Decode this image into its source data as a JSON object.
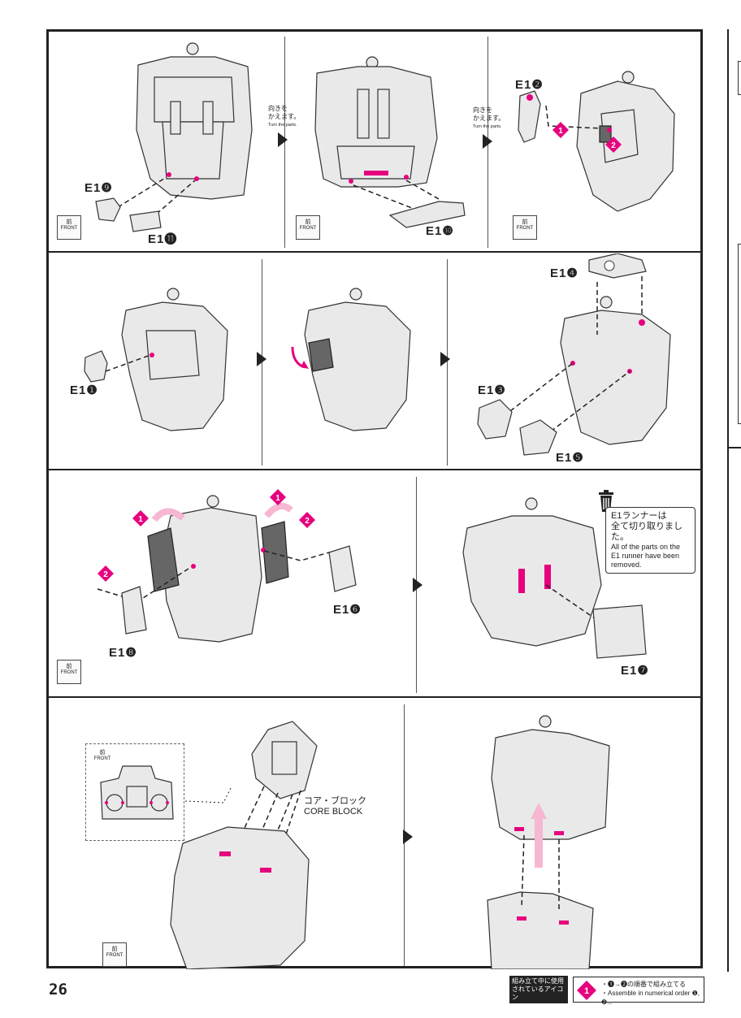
{
  "page_number": "26",
  "turn_parts": {
    "jp1": "向きを",
    "jp2": "かえます。",
    "en": "Turn the parts."
  },
  "front": {
    "jp": "前",
    "en": "FRONT"
  },
  "part_labels": {
    "e1_9": "E1❾",
    "e1_11": "E1⓫",
    "e1_10": "E1❿",
    "e1_2": "E1❷",
    "e1_1": "E1❶",
    "e1_4": "E1❹",
    "e1_3": "E1❸",
    "e1_5": "E1❺",
    "e1_6": "E1❻",
    "e1_8": "E1❽",
    "e1_7": "E1❼"
  },
  "order_marks": {
    "one": "1",
    "two": "2"
  },
  "runner_note": {
    "jp1": "E1ランナーは",
    "jp2": "全て切り取りました。",
    "en1": "All of the parts on the",
    "en2": "E1 runner have been",
    "en3": "removed."
  },
  "core_block": {
    "jp": "コア・ブロック",
    "en": "CORE BLOCK"
  },
  "legend": {
    "title_jp1": "組み立て中に使用",
    "title_jp2": "されているアイコン",
    "title_en": "Symbols used in instructions",
    "desc_jp": "・❶→❷の順番で組み立てる",
    "desc_en": "・Assemble in numerical order ❶, ❷..."
  },
  "colors": {
    "accent": "#e6007e",
    "ink": "#222222",
    "part_fill": "#e9e9e9"
  }
}
